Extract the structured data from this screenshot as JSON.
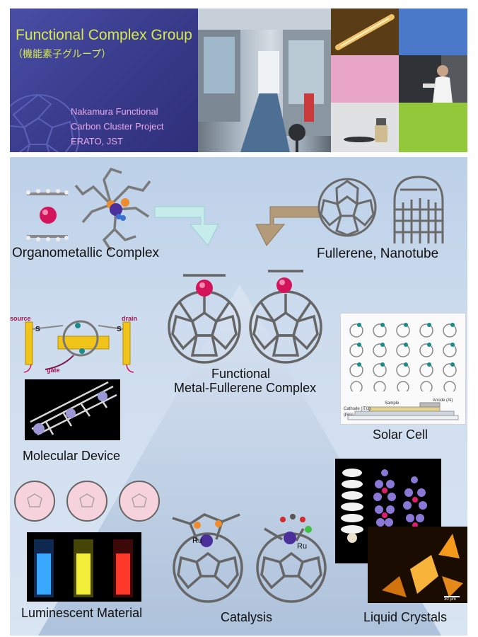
{
  "header": {
    "title": "Functional Complex Group",
    "subtitle": "（機能素子グループ）",
    "project_lines": [
      "Nakamura Functional",
      "Carbon Cluster Project",
      "ERATO, JST"
    ]
  },
  "labels": {
    "organometallic": "Organometallic Complex",
    "fullerene": "Fullerene, Nanotube",
    "functional_line1": "Functional",
    "functional_line2": "Metal-Fullerene Complex",
    "molecular_device": "Molecular Device",
    "solar_cell": "Solar Cell",
    "luminescent": "Luminescent Material",
    "catalysis": "Catalysis",
    "liquid_crystals": "Liquid Crystals"
  },
  "device_labels": {
    "source": "source",
    "drain": "drain",
    "gate": "gate",
    "s_left": "S",
    "s_right": "S"
  },
  "solar_labels": {
    "sample": "Sample",
    "anode": "Anode (Al)",
    "cathode": "Cathode (ITO)",
    "glass": "glass"
  },
  "catalysis_labels": {
    "ru_left": "Ru",
    "ru_right": "Ru"
  },
  "lc_scale": "30 μm",
  "colors": {
    "header_bg": "#3d3f8f",
    "title_yellow": "#d8ea4a",
    "project_pink": "#e8a8e8",
    "panel_blue": "#c9d8ec",
    "metal_magenta": "#d4145a",
    "arrow_cyan": "#c6ecec",
    "arrow_tan": "#b39a78"
  },
  "icons": [
    "fullerene-icon",
    "nanotube-icon",
    "arrow-down-icon"
  ]
}
